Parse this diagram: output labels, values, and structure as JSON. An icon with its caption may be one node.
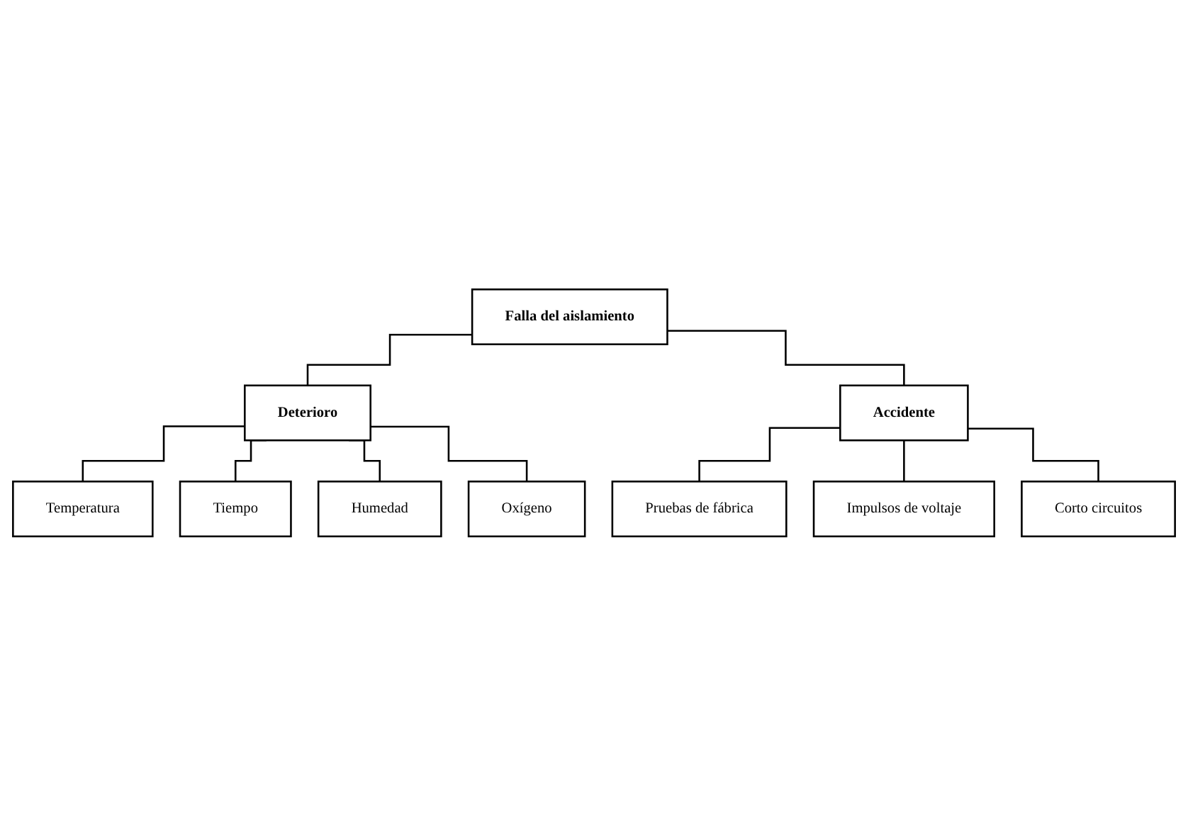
{
  "diagram": {
    "nodes": [
      {
        "text": [
          "Falla del aislamiento"
        ]
      },
      {
        "text": [
          "Deterioro"
        ]
      },
      {
        "text": [
          "Temperatura"
        ]
      },
      {
        "text": [
          "Tiempo"
        ]
      },
      {
        "text": [
          "Humedad"
        ]
      },
      {
        "text": [
          "Oxígeno"
        ]
      },
      {
        "text": [
          "Accidente"
        ]
      },
      {
        "text": [
          "Pruebas de fábrica"
        ]
      },
      {
        "text": [
          "Impulsos de voltaje"
        ]
      },
      {
        "text": [
          "Corto circuitos"
        ]
      }
    ],
    "edges": [
      {
        "from": 0,
        "to": 1,
        "arrow": "none"
      },
      {
        "from": 1,
        "to": 2,
        "arrow": "none"
      },
      {
        "from": 1,
        "to": 3,
        "arrow": "none"
      },
      {
        "from": 1,
        "to": 4,
        "arrow": "none"
      },
      {
        "from": 1,
        "to": 5,
        "arrow": "none"
      },
      {
        "from": 0,
        "to": 6,
        "arrow": "none"
      },
      {
        "from": 6,
        "to": 7,
        "arrow": "none"
      },
      {
        "from": 6,
        "to": 8,
        "arrow": "none"
      },
      {
        "from": 6,
        "to": 9,
        "arrow": "none"
      }
    ]
  }
}
